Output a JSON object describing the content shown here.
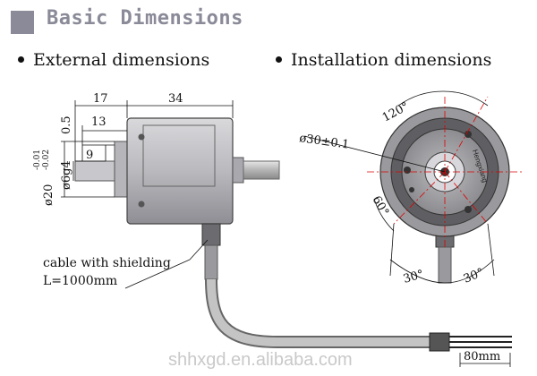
{
  "header": {
    "title": "Basic Dimensions",
    "accent_color": "#8a8a98"
  },
  "sections": {
    "external": "External dimensions",
    "installation": "Installation dimensions"
  },
  "external_dims": {
    "d17": "17",
    "d34": "34",
    "d0_5": "0.5",
    "d13": "13",
    "d9": "9",
    "shaft_dia": "ø6g4",
    "flange_dia": "ø20",
    "tol_upper": "-0.01",
    "tol_lower": "-0.02",
    "cable_note_line1": "cable with shielding",
    "cable_note_line2": "L=1000mm",
    "cable_end": "80mm"
  },
  "installation_dims": {
    "bolt_circle": "ø30±0.1",
    "angle_120": "120°",
    "angle_60": "60°",
    "angle_30_left": "30°",
    "angle_30_right": "30°",
    "brand_text": "Hengxiang"
  },
  "watermark": "shhxgd.en.alibaba.com"
}
